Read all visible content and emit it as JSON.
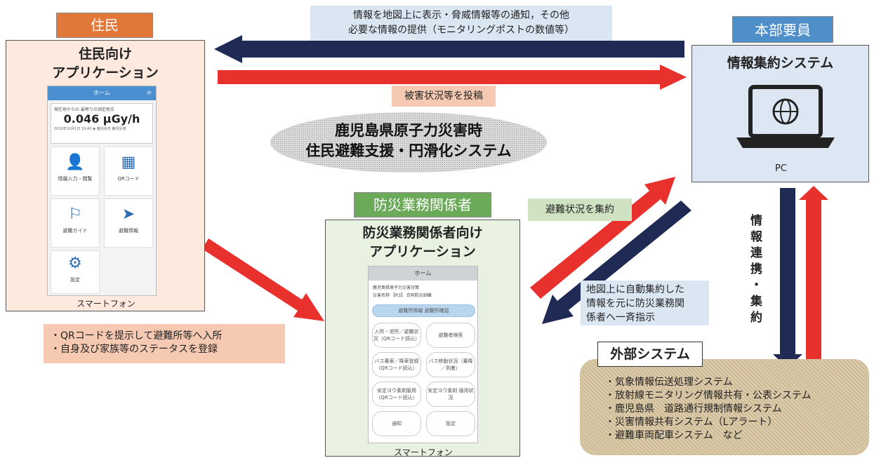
{
  "resident": {
    "tag": "住民",
    "title_l1": "住民向け",
    "title_l2": "アプリケーション",
    "phone": {
      "bar": "ホーム",
      "station_label": "現在地からの 最寄りの測定地点",
      "dose": "0.046 µGy/h",
      "sub_left": "2019年10月1日 19:40",
      "sub_right": "鹿児島市 鹿児島港",
      "tiles": [
        "情報入力・閲覧",
        "QRコード",
        "避難ガイド",
        "避難情報",
        "設定"
      ]
    },
    "footer": "スマートフォン",
    "notes": [
      "・QRコードを提示して避難所等へ入所",
      "・自身及び家族等のステータスを登録"
    ]
  },
  "hq": {
    "tag": "本部要員",
    "title": "情報集約システム",
    "pc": "PC"
  },
  "center_title_l1": "鹿児島県原子力災害時",
  "center_title_l2": "住民避難支援・円滑化システム",
  "top_msg_l1": "情報を地図上に表示・脅威情報等の通知，その他",
  "top_msg_l2": "必要な情報の提供（モニタリングポストの数値等）",
  "post_msg": "被害状況等を投稿",
  "disaster": {
    "tag": "防災業務関係者",
    "title_l1": "防災業務関係者向け",
    "title_l2": "アプリケーション",
    "phone": {
      "bar": "ホーム",
      "info_l1": "鹿児島県原子力災害対策",
      "info_l2": "災害名称 【R3】 合同防災訓練",
      "wide_btn": "避難所情報 避難所確認",
      "tiles": [
        "入所・退所／避難状況（QRコード読込）",
        "避難者検索",
        "バス乗車／降車登録（QRコード読込）",
        "バス移動状況（乗降／到着）",
        "安定ヨウ素剤服用（QRコード読込）",
        "安定ヨウ素剤 服用状況",
        "通知",
        "設定"
      ]
    },
    "footer": "スマートフォン"
  },
  "collect_msg": "避難状況を集約",
  "instruct_l1": "地図上に自動集約した",
  "instruct_l2": "情報を元に防災業務関",
  "instruct_l3": "係者へ一斉指示",
  "link_label": "情報連携・集約",
  "external": {
    "tag": "外部システム",
    "items": [
      "・気象情報伝送処理システム",
      "・放射線モニタリング情報共有・公表システム",
      "・鹿児島県　道路通行規制情報システム",
      "・災害情報共有システム（Lアラート）",
      "・避難車両配車システム　など"
    ]
  },
  "colors": {
    "navy": "#1f2a55",
    "red": "#e8302c",
    "orange_tag": "#e2773a",
    "blue_tag": "#4e8fc9",
    "green_tag": "#6aaa59",
    "resident_bg": "#fde9de",
    "disaster_bg": "#e9f2e1",
    "hq_bg": "#dde7f3"
  }
}
